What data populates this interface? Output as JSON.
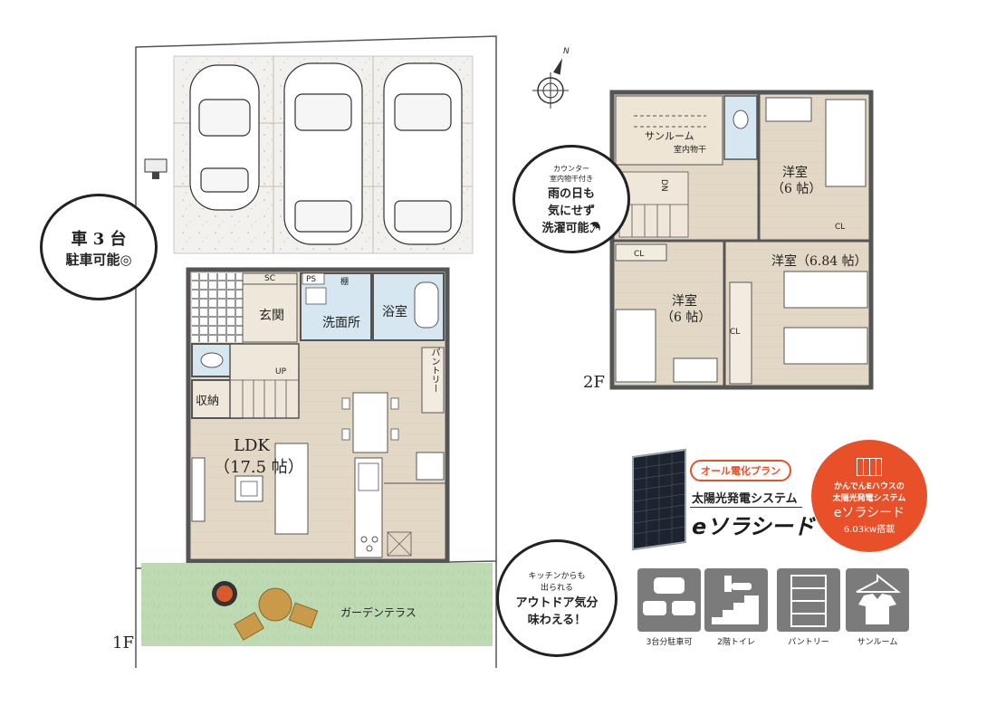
{
  "floor1": {
    "label": "1F",
    "rooms": {
      "sc": "SC",
      "ps": "PS",
      "shelf": "棚",
      "genkan": "玄関",
      "senmen": "洗面所",
      "yokushitsu": "浴室",
      "up": "UP",
      "pantry": "パントリー",
      "shuno": "収納",
      "ldk": "LDK",
      "ldk_size": "（17.5 帖）",
      "garden": "ガーデンテラス"
    }
  },
  "floor2": {
    "label": "2F",
    "rooms": {
      "sunroom": "サンルーム",
      "indoor_dry": "室内物干",
      "dn": "DN",
      "yoshitsu_a": "洋室",
      "yoshitsu_a_size": "（6 帖）",
      "cl_a": "CL",
      "yoshitsu_b": "洋室（6.84 帖）",
      "cl_b": "CL",
      "yoshitsu_c": "洋室",
      "yoshitsu_c_size": "（6 帖）",
      "cl_c": "CL"
    }
  },
  "compass": {
    "north": "N"
  },
  "bubbles": {
    "parking": {
      "line1": "車 3 台",
      "line2": "駐車可能◎"
    },
    "laundry": {
      "small1": "カウンター",
      "small2": "室内物干付き",
      "line1": "雨の日も",
      "line2": "気にせず",
      "line3": "洗濯可能☂"
    },
    "outdoor": {
      "small1": "キッチンからも",
      "small2": "出られる",
      "line1": "アウトドア気分",
      "line2": "味わえる！"
    }
  },
  "solar": {
    "plan_badge": "オール電化プラン",
    "system_title": "太陽光発電システム",
    "brand": "eソラシード",
    "circle_line1": "かんでんEハウスの",
    "circle_line2": "太陽光発電システム",
    "circle_brand": "eソラシード",
    "circle_kw": "6.03kw搭載"
  },
  "features": [
    {
      "icon": "cars-icon",
      "label": "3台分駐車可"
    },
    {
      "icon": "stairs-toilet-icon",
      "label": "2階トイレ"
    },
    {
      "icon": "pantry-shelf-icon",
      "label": "パントリー"
    },
    {
      "icon": "shirt-hanger-icon",
      "label": "サンルーム"
    }
  ],
  "colors": {
    "wood": "#e2d6c4",
    "tile": "#d8e8f2",
    "lawn": "#bcd9b2",
    "gravel": "#f2f0ec",
    "solar_red": "#e8502a",
    "icon_gray": "#7b7b7b"
  }
}
